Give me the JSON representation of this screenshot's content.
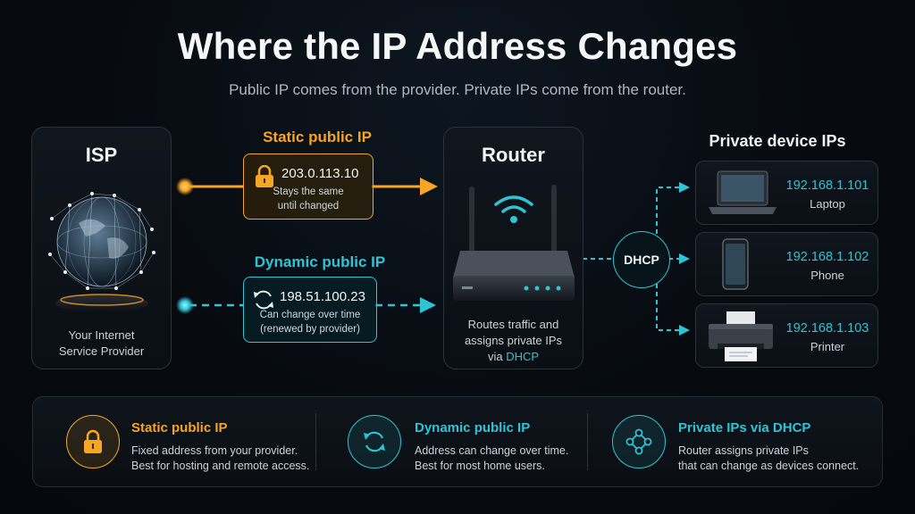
{
  "header": {
    "title": "Where the IP Address Changes",
    "subtitle": "Public IP comes from the provider. Private IPs come from the router."
  },
  "isp": {
    "title": "ISP",
    "caption_line1": "Your Internet",
    "caption_line2": "Service Provider"
  },
  "static_ip": {
    "label": "Static public IP",
    "address": "203.0.113.10",
    "note_line1": "Stays the same",
    "note_line2": "until changed",
    "color": "#f5a623"
  },
  "dynamic_ip": {
    "label": "Dynamic public IP",
    "address": "198.51.100.23",
    "note_line1": "Can change over time",
    "note_line2": "(renewed by provider)",
    "color": "#2ec4d6"
  },
  "router": {
    "title": "Router",
    "caption_line1": "Routes traffic and",
    "caption_line2": "assigns private IPs",
    "caption_via": "via ",
    "caption_dhcp": "DHCP"
  },
  "dhcp": {
    "label": "DHCP"
  },
  "private_devices": {
    "title": "Private device IPs",
    "items": [
      {
        "ip": "192.168.1.101",
        "name": "Laptop",
        "icon": "laptop-icon"
      },
      {
        "ip": "192.168.1.102",
        "name": "Phone",
        "icon": "phone-icon"
      },
      {
        "ip": "192.168.1.103",
        "name": "Printer",
        "icon": "printer-icon"
      }
    ]
  },
  "legend": [
    {
      "title": "Static public IP",
      "line1": "Fixed address from your provider.",
      "line2": "Best for hosting and remote access.",
      "icon": "lock-icon",
      "color": "#f5a623"
    },
    {
      "title": "Dynamic public IP",
      "line1": "Address can change over time.",
      "line2": "Best for most home users.",
      "icon": "refresh-icon",
      "color": "#2ec4d6"
    },
    {
      "title": "Private IPs via DHCP",
      "line1": "Router assigns private IPs",
      "line2": "that can change as devices connect.",
      "icon": "network-icon",
      "color": "#2ec4d6"
    }
  ]
}
